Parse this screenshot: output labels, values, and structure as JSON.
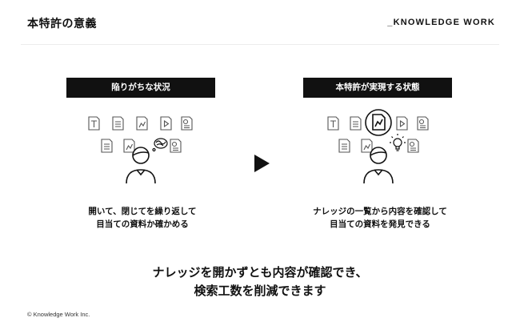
{
  "header": {
    "title": "本特許の意義",
    "brand": "_KNOWLEDGE WORK"
  },
  "before": {
    "label": "陥りがちな状況",
    "caption_lines": [
      "開いて、閉じてを繰り返して",
      "目当ての資料か確かめる"
    ]
  },
  "after": {
    "label": "本特許が実現する状態",
    "caption_lines": [
      "ナレッジの一覧から内容を確認して",
      "目当ての資料を発見できる"
    ]
  },
  "summary_lines": [
    "ナレッジを開かずとも内容が確認でき、",
    "検索工数を削減できます"
  ],
  "footer": {
    "copyright": "© Knowledge Work Inc."
  }
}
